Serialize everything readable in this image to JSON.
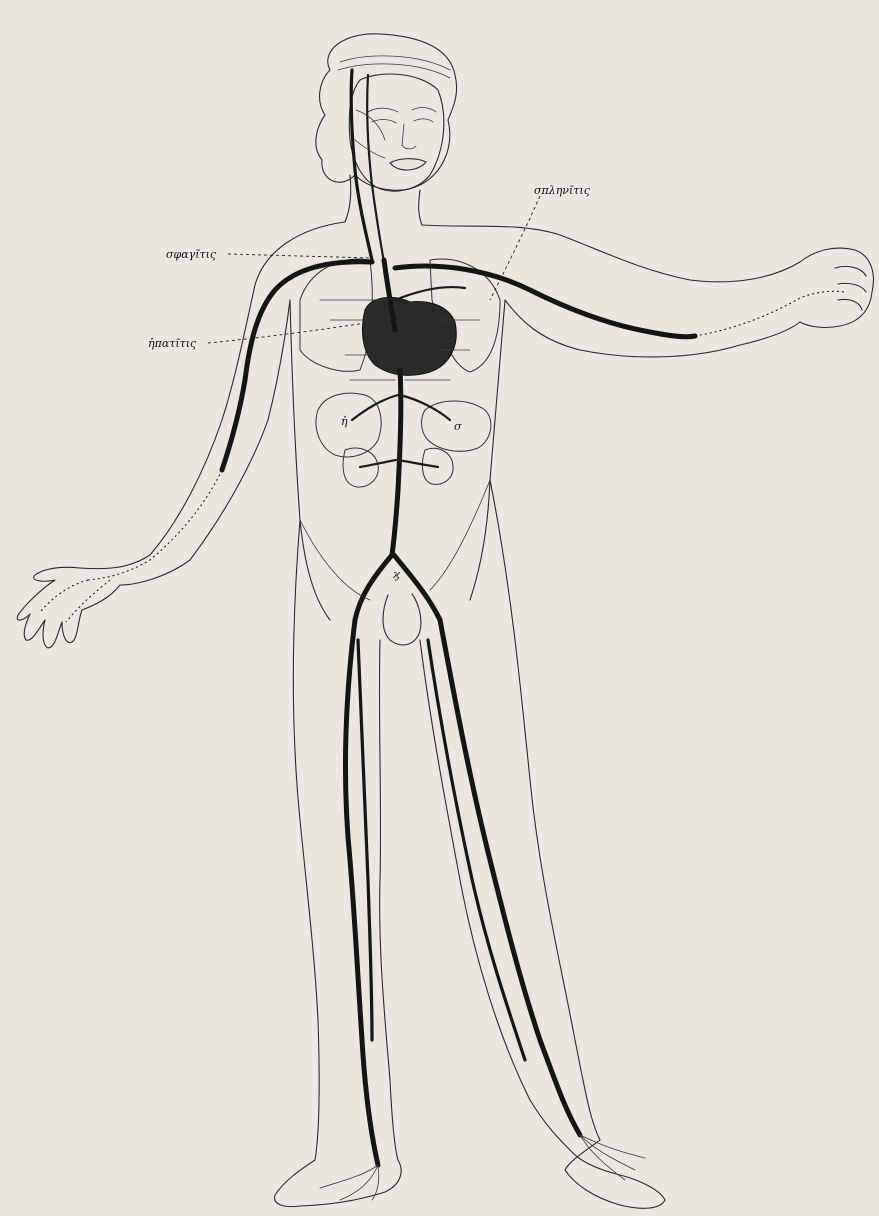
{
  "labels": {
    "splenitis": "σπληνῖτις",
    "sphagitis": "σφαγῖτις",
    "hepatitis": "ἠπατῖτις",
    "liver_mark": "ἠ",
    "spleen_mark": "σ",
    "bladder_mark": "ϗ"
  },
  "colors": {
    "paper": "#e9e7e0",
    "ink": "#161616"
  }
}
